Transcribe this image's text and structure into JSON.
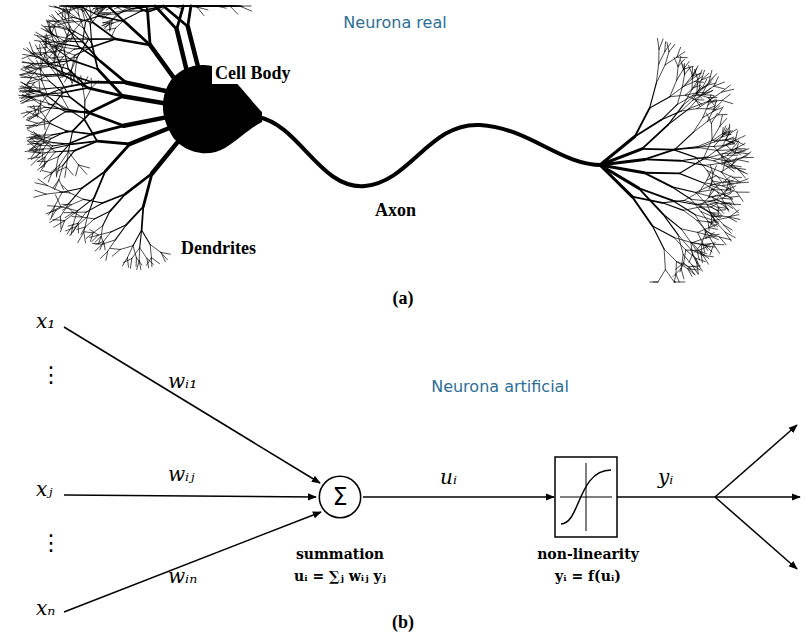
{
  "diagram": {
    "nodes": [
      {
        "text": [
          "Σ"
        ]
      }
    ],
    "labels": [
      "Neurona real",
      "Cell Body",
      "Dendrites",
      "Axon",
      "(a)",
      "x₁",
      "⋮",
      "xⱼ",
      "⋮",
      "xₙ",
      "wᵢ₁",
      "wᵢⱼ",
      "wᵢₙ",
      "Neurona artificial",
      "uᵢ",
      "yᵢ",
      "summation",
      "uᵢ = ∑ⱼ wᵢⱼ yⱼ",
      "non-linearity",
      "yᵢ = f(uᵢ)",
      "(b)"
    ]
  }
}
